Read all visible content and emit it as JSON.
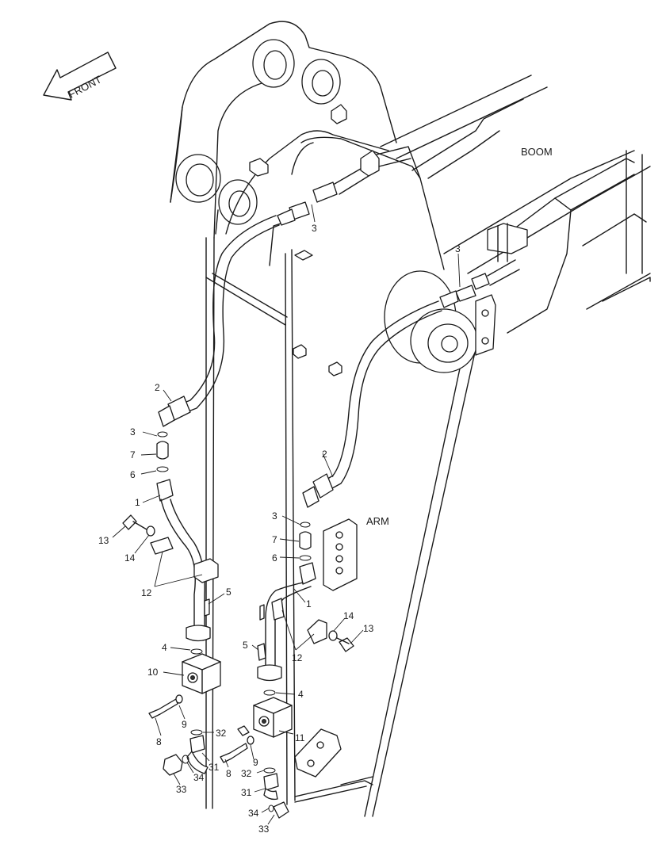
{
  "labels": {
    "front": "FRONT",
    "boom": "BOOM",
    "arm": "ARM"
  },
  "callouts": {
    "c3a": "3",
    "c3b": "3",
    "c3c": "3",
    "c3d": "3",
    "c2a": "2",
    "c2b": "2",
    "c7a": "7",
    "c7b": "7",
    "c6a": "6",
    "c6b": "6",
    "c1a": "1",
    "c1b": "1",
    "c13a": "13",
    "c13b": "13",
    "c14a": "14",
    "c14b": "14",
    "c12a": "12",
    "c12b": "12",
    "c5a": "5",
    "c5b": "5",
    "c4a": "4",
    "c4b": "4",
    "c10": "10",
    "c11": "11",
    "c9a": "9",
    "c9b": "9",
    "c8a": "8",
    "c8b": "8",
    "c32a": "32",
    "c32b": "32",
    "c31a": "31",
    "c31b": "31",
    "c34a": "34",
    "c34b": "34",
    "c33a": "33",
    "c33b": "33"
  }
}
